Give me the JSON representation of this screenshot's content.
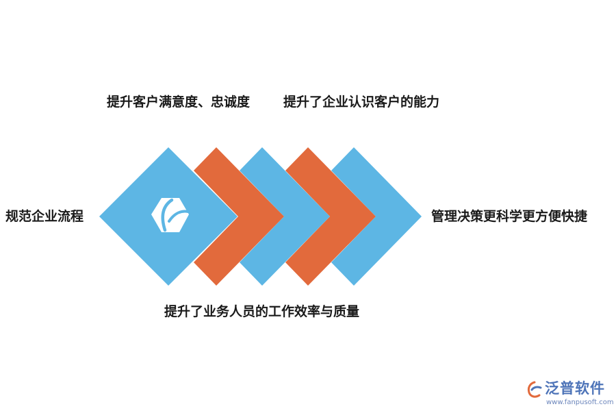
{
  "diagram": {
    "labels": {
      "top_left": "提升客户满意度、忠诚度",
      "top_right": "提升了企业认识客户的能力",
      "left": "规范企业流程",
      "right": "管理决策更科学更方便快捷",
      "bottom": "提升了业务人员的工作效率与质量"
    },
    "colors": {
      "blue": "#5db6e4",
      "orange": "#e26a3c",
      "logo_white": "#ffffff"
    },
    "center_icon": "company-logo-icon"
  },
  "watermark": {
    "brand": "泛普软件",
    "url": "www.fanpusoft.com",
    "icon": "fanpu-logo-icon",
    "color": "#4e74b8"
  }
}
